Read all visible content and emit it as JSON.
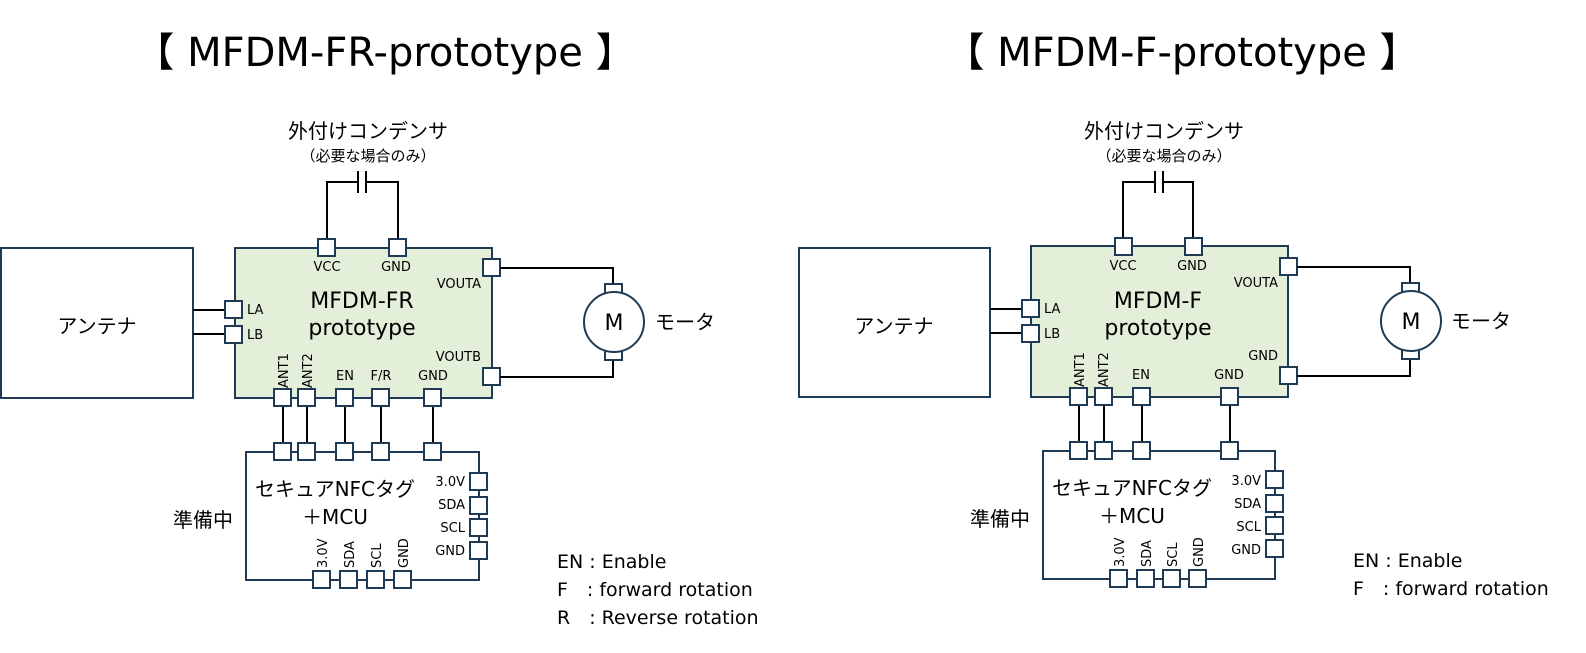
{
  "panels": [
    {
      "title": "【 MFDM-FR-prototype 】",
      "capacitor": {
        "label": "外付けコンデンサ",
        "note": "（必要な場合のみ）"
      },
      "antenna": {
        "label": "アンテナ",
        "pins": [
          "LA",
          "LB"
        ]
      },
      "chip": {
        "name_line1": "MFDM-FR",
        "name_line2": "prototype",
        "top_pins": [
          "VCC",
          "GND"
        ],
        "right_pins": [
          "VOUTA",
          "VOUTB"
        ],
        "bottom_pins": [
          "ANT1",
          "ANT2",
          "EN",
          "F/R",
          "GND"
        ]
      },
      "motor": {
        "symbol": "M",
        "label": "モータ"
      },
      "mcu": {
        "side_label": "準備中",
        "name_line1": "セキュアNFCタグ",
        "name_line2": "＋MCU",
        "right_pins": [
          "3.0V",
          "SDA",
          "SCL",
          "GND"
        ],
        "bottom_pins": [
          "3.0V",
          "SDA",
          "SCL",
          "GND"
        ]
      },
      "legend": [
        "EN : Enable",
        "F　: forward rotation",
        "R　: Reverse rotation"
      ]
    },
    {
      "title": "【 MFDM-F-prototype 】",
      "capacitor": {
        "label": "外付けコンデンサ",
        "note": "（必要な場合のみ）"
      },
      "antenna": {
        "label": "アンテナ",
        "pins": [
          "LA",
          "LB"
        ]
      },
      "chip": {
        "name_line1": "MFDM-F",
        "name_line2": "prototype",
        "top_pins": [
          "VCC",
          "GND"
        ],
        "right_pins": [
          "VOUTA",
          "GND"
        ],
        "bottom_pins": [
          "ANT1",
          "ANT2",
          "EN",
          "GND"
        ]
      },
      "motor": {
        "symbol": "M",
        "label": "モータ"
      },
      "mcu": {
        "side_label": "準備中",
        "name_line1": "セキュアNFCタグ",
        "name_line2": "＋MCU",
        "right_pins": [
          "3.0V",
          "SDA",
          "SCL",
          "GND"
        ],
        "bottom_pins": [
          "3.0V",
          "SDA",
          "SCL",
          "GND"
        ]
      },
      "legend": [
        "EN : Enable",
        "F　: forward rotation"
      ]
    }
  ],
  "colors": {
    "chip_fill": "#e3efd9",
    "border": "#1f3a55",
    "wire": "#000000"
  }
}
